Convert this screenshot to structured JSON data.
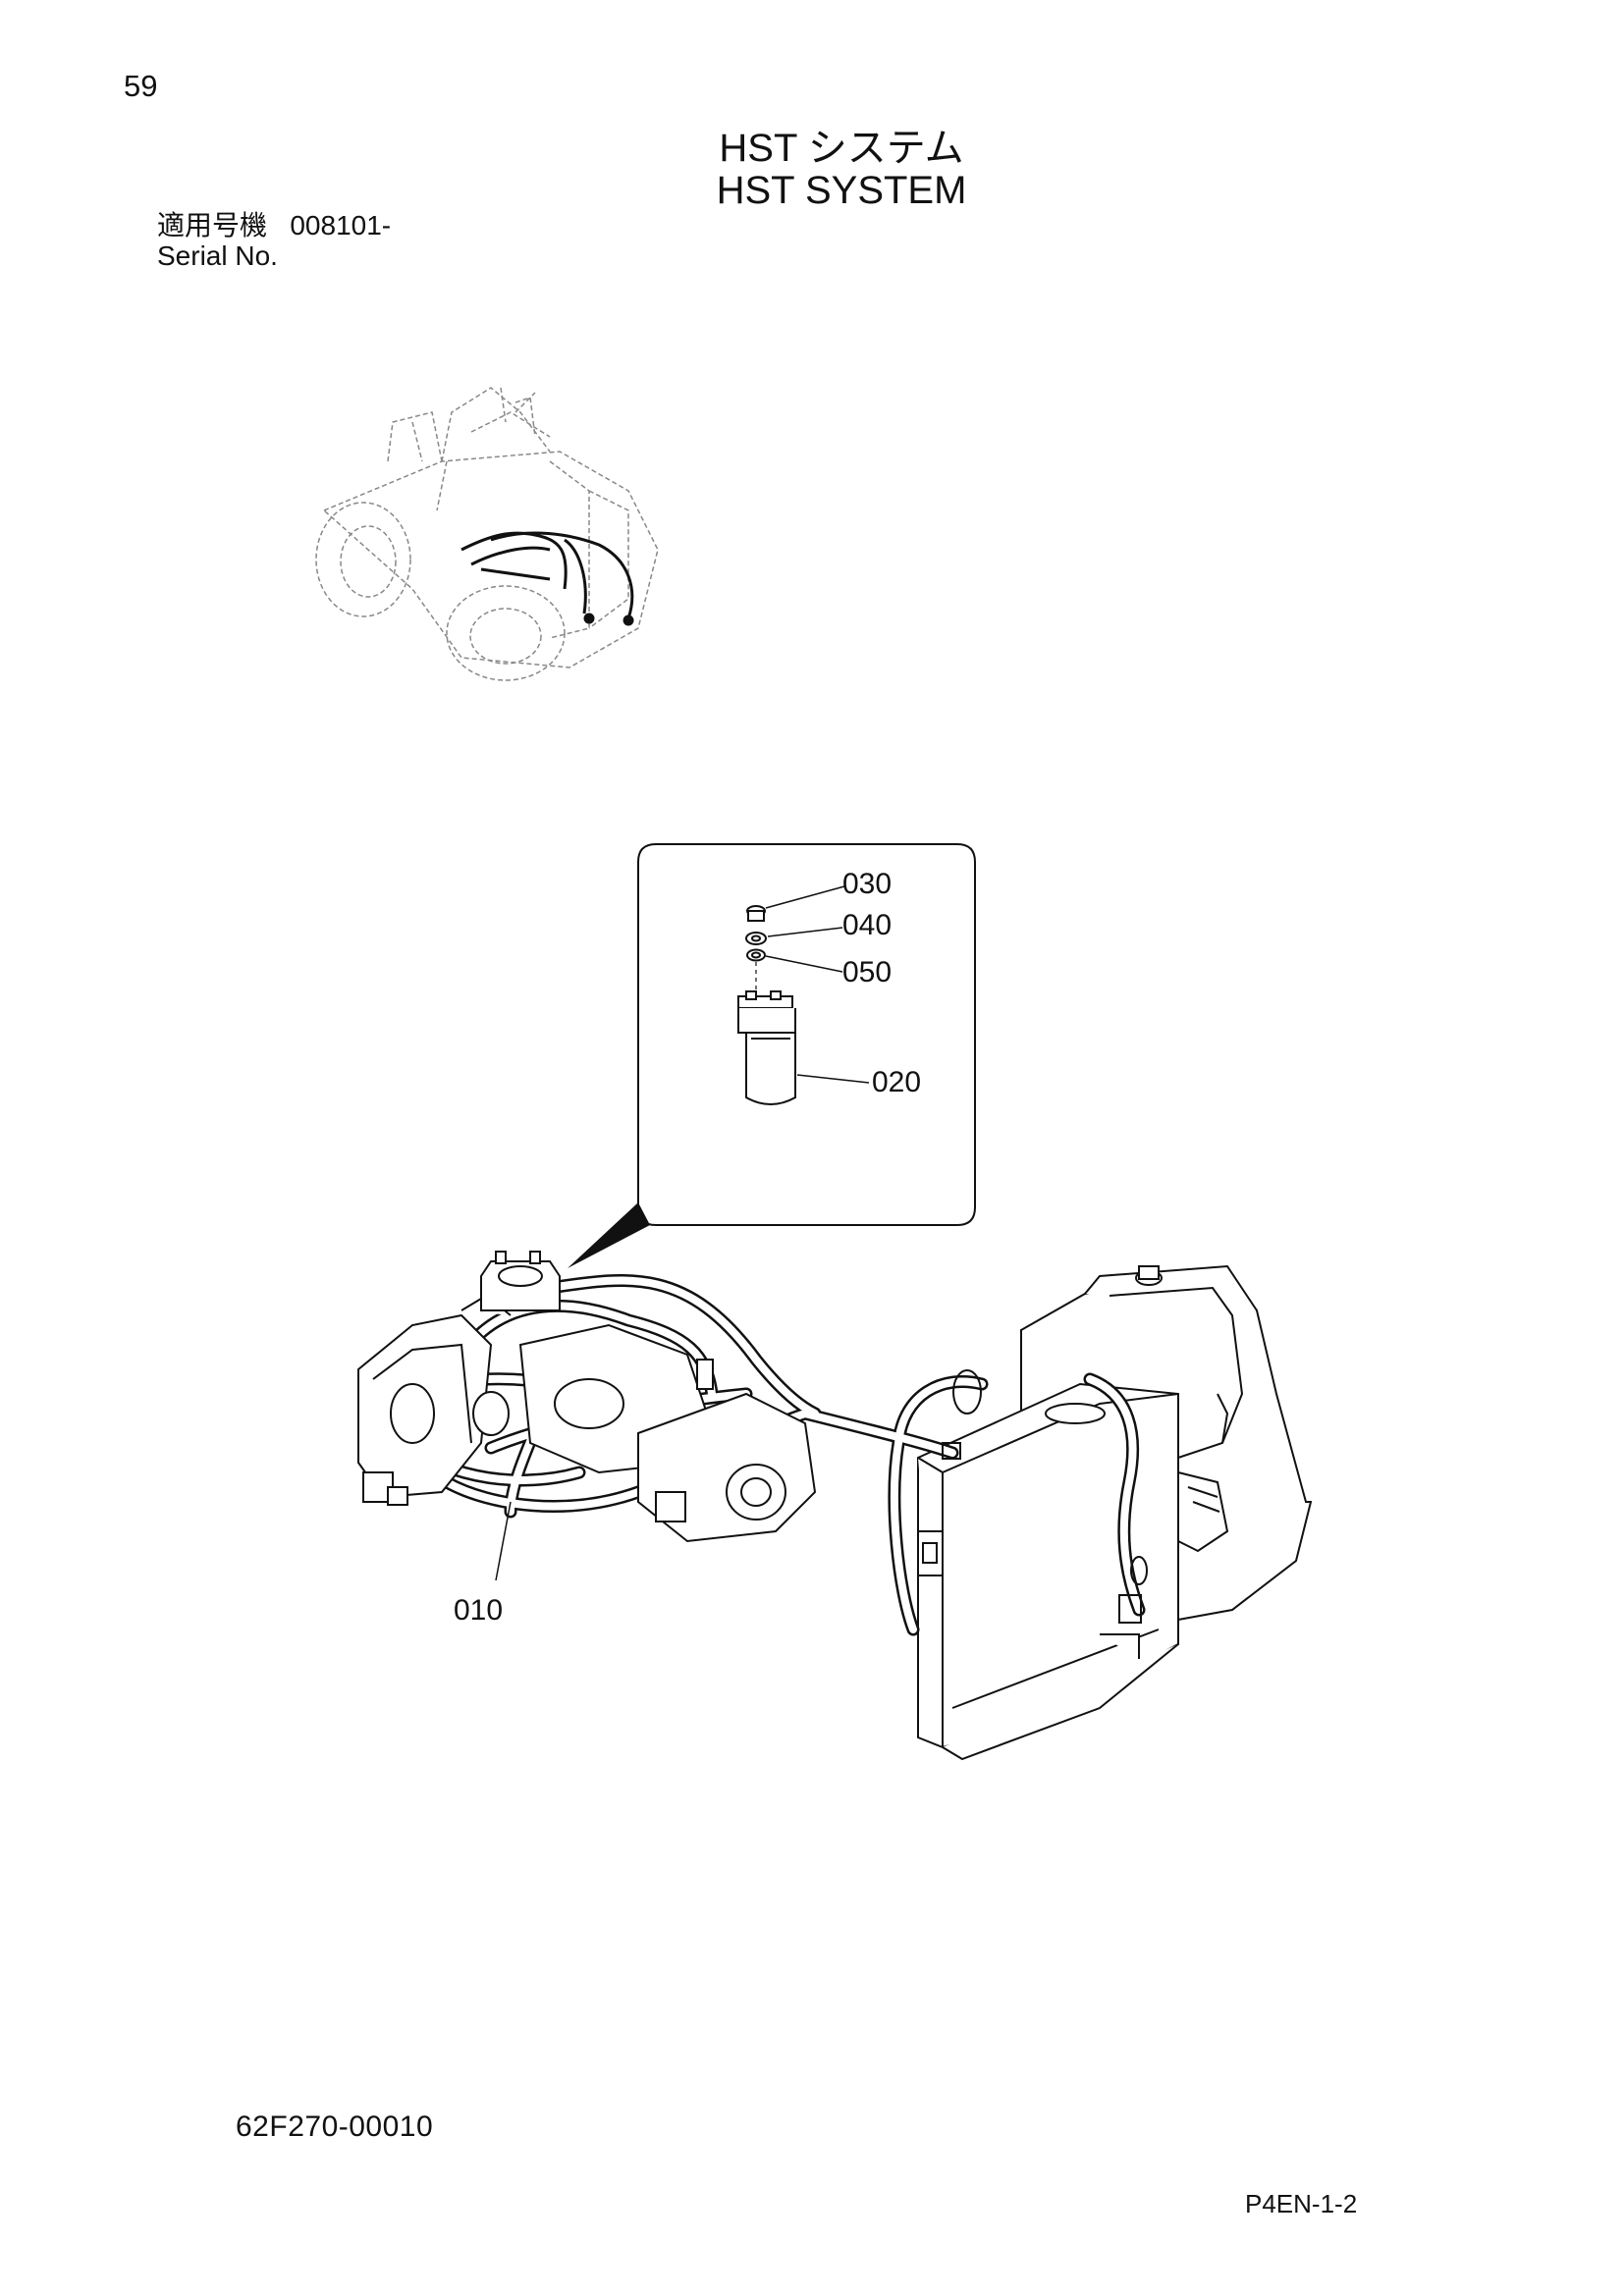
{
  "page_number": "59",
  "title_jp": "HST システム",
  "title_en": "HST SYSTEM",
  "serial": {
    "label_jp": "適用号機",
    "value": "008101-",
    "label_en": "Serial No."
  },
  "parts": {
    "p010": "010",
    "p020": "020",
    "p030": "030",
    "p040": "040",
    "p050": "050"
  },
  "drawing_code": "62F270-00010",
  "page_ref": "P4EN-1-2"
}
